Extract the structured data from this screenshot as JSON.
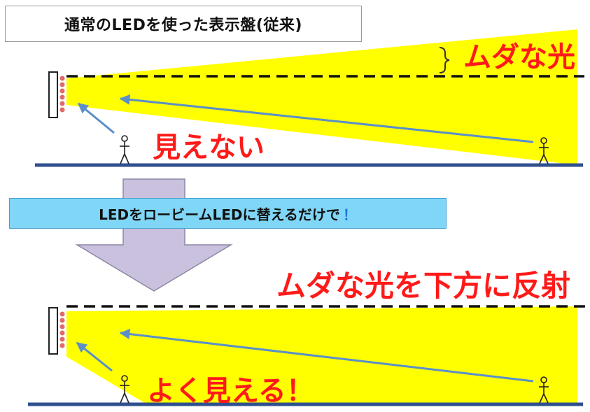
{
  "top_panel": {
    "title": "通常のLEDを使った表示盤(従来)",
    "wasted_light_label": "ムダな光",
    "invisible_label": "見えない"
  },
  "transition": {
    "caption": "LEDをロービームLEDに替えるだけで",
    "caption_mark": "！"
  },
  "bottom_panel": {
    "reflect_label": "ムダな光を下方に反射",
    "visible_label": "よく見える！"
  },
  "colors": {
    "beam": "#ffff00",
    "ground": "#2f4f8f",
    "sight_arrow": "#5b8fc9",
    "big_arrow": "#c9c1dd",
    "red_text": "#ff1a1a",
    "caption_bg": "#7fd6f7",
    "led": "#e06a6a"
  }
}
